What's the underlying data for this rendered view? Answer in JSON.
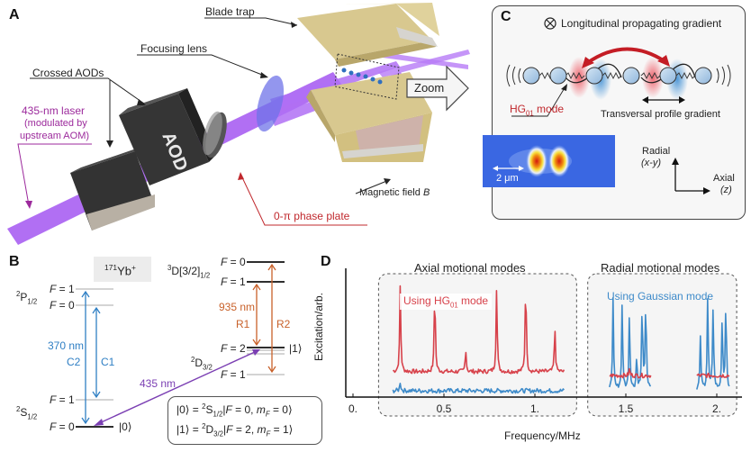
{
  "panels": {
    "A": {
      "letter": "A",
      "labels": {
        "blade_trap": "Blade trap",
        "focusing_lens": "Focusing lens",
        "crossed_aods": "Crossed AODs",
        "laser_line1": "435-nm laser",
        "laser_line2": "(modulated by",
        "laser_line3": "upstream AOM)",
        "aod_text": "AOD",
        "phase_plate": "0-π phase plate",
        "magnetic_field": "Magnetic field ",
        "magnetic_field_symbol": "B",
        "zoom_arrow": "Zoom"
      },
      "colors": {
        "laser": "#a65cf0",
        "aod_body": "#3a3a3a",
        "trap": "#d6c58a",
        "lens": "#6f73e8",
        "ion": "#2f6fbf",
        "phase_label": "#c0282d",
        "laser_label": "#9c2a9c"
      }
    },
    "B": {
      "letter": "B",
      "isotope": "171",
      "isotope_element": "Yb",
      "isotope_charge": "+",
      "levels": {
        "P_label": "P",
        "P_sup": "2",
        "P_sub": "1/2",
        "S_label": "S",
        "S_sup": "2",
        "S_sub": "1/2",
        "D_label": "D",
        "D_sup": "2",
        "D_sub": "3/2",
        "D3_label": "D[3/2]",
        "D3_sup": "3",
        "D3_sub": "1/2",
        "F_eq_1": " = 1",
        "F_eq_0": " = 0",
        "F_eq_2": " = 2",
        "F": "F"
      },
      "transitions": {
        "wl_370": "370 nm",
        "c2": "C2",
        "c1": "C1",
        "wl_435": "435 nm",
        "wl_935": "935 nm",
        "r1": "R1",
        "r2": "R2"
      },
      "kets": {
        "zero": "|0⟩",
        "one": "|1⟩"
      },
      "state_defs": {
        "line1_left": "|0⟩ = ",
        "line1_S": "S",
        "line1_sup": "2",
        "line1_sub": "1/2",
        "line1_rest_a": "|",
        "line1_F": "F",
        "line1_rest_b": " = 0, ",
        "line1_m": "m",
        "line1_msub": "F",
        "line1_end": " = 0⟩",
        "line2_left": "|1⟩ = ",
        "line2_D": "D",
        "line2_sup": "2",
        "line2_sub": "3/2",
        "line2_rest_a": "|",
        "line2_F": "F",
        "line2_rest_b": " = 2, ",
        "line2_m": "m",
        "line2_msub": "F",
        "line2_end": " = 1⟩"
      },
      "colors": {
        "blue": "#2f7fc4",
        "orange": "#c8612a",
        "purple": "#7b3fb3"
      }
    },
    "C": {
      "letter": "C",
      "longitudinal": "Longitudinal propagating gradient",
      "hg_mode_prefix": "HG",
      "hg_mode_sub": "01",
      "hg_mode_suffix": " mode",
      "transversal": "Transversal profile gradient",
      "scale_bar": "2 μm",
      "radial": "Radial",
      "radial_sub": "(x-y)",
      "axial": "Axial",
      "axial_sub": "(z)"
    },
    "D": {
      "letter": "D"
    }
  },
  "chart_data": {
    "type": "line",
    "title": "",
    "xlabel": "Frequency/MHz",
    "ylabel": "Excitation/arb.",
    "xlim": [
      0,
      2.1
    ],
    "ylim": [
      0,
      1
    ],
    "x_ticks": [
      0,
      0.5,
      1.0,
      1.5,
      2.0
    ],
    "x_tick_labels": [
      "0.",
      "0.5",
      "1.",
      "1.5",
      "2."
    ],
    "grid": false,
    "regions": [
      {
        "name": "Axial motional modes",
        "range": [
          0.2,
          1.17
        ],
        "legend": "Using HG01 mode",
        "legend_prefix": "Using HG",
        "legend_sub": "01",
        "legend_suffix": " mode",
        "legend_color": "#d7414a"
      },
      {
        "name": "Radial motional modes",
        "range": [
          1.35,
          2.05
        ],
        "legend": "Using Gaussian mode",
        "legend_color": "#3d8ac9"
      }
    ],
    "series": [
      {
        "name": "HG01 mode (axial)",
        "color": "#d7414a",
        "range": [
          0.22,
          1.16
        ],
        "baseline": 0.2,
        "peaks": [
          {
            "x": 0.26,
            "y": 0.88
          },
          {
            "x": 0.45,
            "y": 0.88
          },
          {
            "x": 0.62,
            "y": 0.38
          },
          {
            "x": 0.79,
            "y": 0.88
          },
          {
            "x": 0.95,
            "y": 0.96
          },
          {
            "x": 1.11,
            "y": 0.55
          }
        ]
      },
      {
        "name": "Gaussian mode (axial)",
        "color": "#3d8ac9",
        "range": [
          0.22,
          1.16
        ],
        "baseline": 0.05,
        "peaks": [
          {
            "x": 0.26,
            "y": 0.12
          }
        ]
      },
      {
        "name": "Gaussian mode (radial)",
        "color": "#3d8ac9",
        "range": [
          1.41,
          1.64
        ],
        "baseline": 0.06,
        "peaks": [
          {
            "x": 1.43,
            "y": 0.77
          },
          {
            "x": 1.48,
            "y": 0.73
          },
          {
            "x": 1.52,
            "y": 0.67
          },
          {
            "x": 1.56,
            "y": 0.32
          },
          {
            "x": 1.59,
            "y": 0.74
          },
          {
            "x": 1.61,
            "y": 0.78
          }
        ]
      },
      {
        "name": "HG01 mode (radial)",
        "color": "#d7414a",
        "range": [
          1.41,
          1.64
        ],
        "baseline": 0.17,
        "peaks": [
          {
            "x": 1.52,
            "y": 0.22
          }
        ]
      },
      {
        "name": "Gaussian mode (radial, high)",
        "color": "#3d8ac9",
        "range": [
          1.89,
          2.07
        ],
        "baseline": 0.06,
        "peaks": [
          {
            "x": 1.91,
            "y": 0.46
          },
          {
            "x": 1.95,
            "y": 0.78
          },
          {
            "x": 1.98,
            "y": 0.72
          },
          {
            "x": 2.03,
            "y": 0.62
          },
          {
            "x": 2.05,
            "y": 0.74
          }
        ]
      },
      {
        "name": "HG01 mode (radial, high)",
        "color": "#d7414a",
        "range": [
          1.89,
          2.07
        ],
        "baseline": 0.17,
        "peaks": []
      }
    ]
  }
}
